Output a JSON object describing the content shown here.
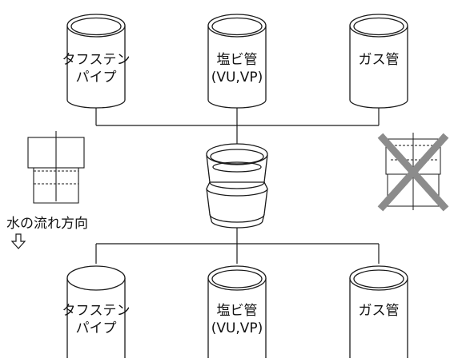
{
  "colors": {
    "line": "#1a1a1a",
    "cross": "#8c8c8c",
    "background": "#ffffff"
  },
  "top_pipes": [
    {
      "line1": "タフステン",
      "line2": "パイプ"
    },
    {
      "line1": "塩ビ管",
      "line2": "(VU,VP)"
    },
    {
      "line1": "ガス管",
      "line2": ""
    }
  ],
  "bottom_pipes": [
    {
      "line1": "タフステン",
      "line2": "パイプ"
    },
    {
      "line1": "塩ビ管",
      "line2": "(VU,VP)"
    },
    {
      "line1": "ガス管",
      "line2": ""
    }
  ],
  "flow_label": "水の流れ方向",
  "arrow_icon": "down-hollow-arrow-icon",
  "correct_example_icon": "correct-direction-coupling-icon",
  "wrong_example_icon": "wrong-direction-cross-icon",
  "center_fitting_icon": "coupling-socket-icon"
}
